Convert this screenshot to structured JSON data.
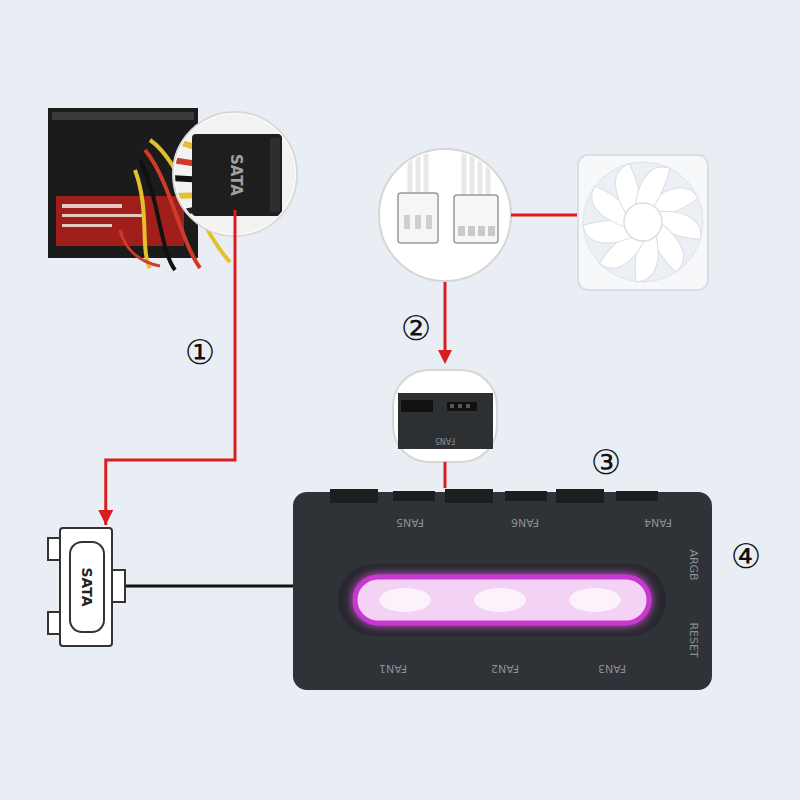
{
  "diagram": {
    "nodes": [
      {
        "text": [
          "SATA"
        ]
      },
      {
        "text": [
          "SATA"
        ]
      },
      {
        "text": [
          "FAN5"
        ]
      },
      {
        "text": [
          "FAN5",
          "FAN6",
          "FAN4",
          "ARGB",
          "RESET",
          "FAN1",
          "FAN2",
          "FAN3"
        ]
      }
    ],
    "edges": [
      {
        "from": 0,
        "to": 1,
        "arrow": "to"
      },
      {
        "from": 2,
        "to": 3,
        "arrow": "none"
      }
    ],
    "labels": [
      "①",
      "②",
      "③",
      "④"
    ]
  }
}
